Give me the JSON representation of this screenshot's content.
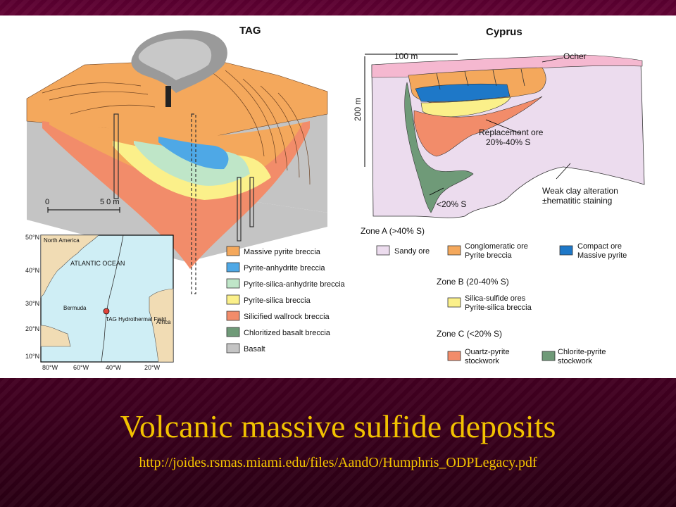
{
  "slide": {
    "title": "Volcanic massive sulfide deposits",
    "url": "http://joides.rsmas.miami.edu/files/AandO/Humphris_ODPLegacy.pdf"
  },
  "tag": {
    "title": "TAG",
    "scale_start": "0",
    "scale_end": "5 0 m",
    "legend": [
      {
        "label": "Massive pyrite breccia",
        "color": "#f4a85c"
      },
      {
        "label": "Pyrite-anhydrite breccia",
        "color": "#4ea8e6"
      },
      {
        "label": "Pyrite-silica-anhydrite breccia",
        "color": "#bfe6c8"
      },
      {
        "label": "Pyrite-silica breccia",
        "color": "#fbf08a"
      },
      {
        "label": "Silicified wallrock breccia",
        "color": "#f28c6a"
      },
      {
        "label": "Chloritized basalt breccia",
        "color": "#6f9a78"
      },
      {
        "label": "Basalt",
        "color": "#c4c4c4"
      }
    ]
  },
  "map": {
    "lat_labels": [
      "50°N",
      "40°N",
      "30°N",
      "20°N",
      "10°N"
    ],
    "lon_labels": [
      "80°W",
      "60°W",
      "40°W",
      "20°W"
    ],
    "north_america": "North America",
    "ocean": "ATLANTIC OCEAN",
    "bermuda": "Bermuda",
    "africa": "Africa",
    "site": "TAG Hydrothermal Field"
  },
  "cyprus": {
    "title": "Cyprus",
    "width_label": "100 m",
    "height_label": "200 m",
    "ocher": "Ocher",
    "replacement_ore": "Replacement ore 20%-40% S",
    "weak_clay": "Weak clay alteration ±hematitic staining",
    "low_s": "<20% S",
    "zone_a": "Zone A  (>40% S)",
    "zone_b": "Zone B  (20-40% S)",
    "zone_c": "Zone C  (<20% S)",
    "sandy_ore": "Sandy ore",
    "conglomeratic": "Conglomeratic ore Pyrite breccia",
    "compact": "Compact ore Massive pyrite",
    "silica_sulfide": "Silica-sulfide ores Pyrite-silica breccia",
    "quartz_pyrite": "Quartz-pyrite stockwork",
    "chlorite_pyrite": "Chlorite-pyrite stockwork"
  },
  "colors": {
    "massive": "#f4a85c",
    "anhydrite": "#4ea8e6",
    "silica_anhydrite": "#bfe6c8",
    "silica": "#fbf08a",
    "wallrock": "#f28c6a",
    "chlorite": "#6f9a78",
    "basalt": "#c4c4c4",
    "sandy": "#ecdcee",
    "ocher": "#f5b8d0",
    "compact_blue": "#1e78c8",
    "ocean": "#cfeef5",
    "land": "#f1dcb4",
    "title_yellow": "#f2c200"
  }
}
